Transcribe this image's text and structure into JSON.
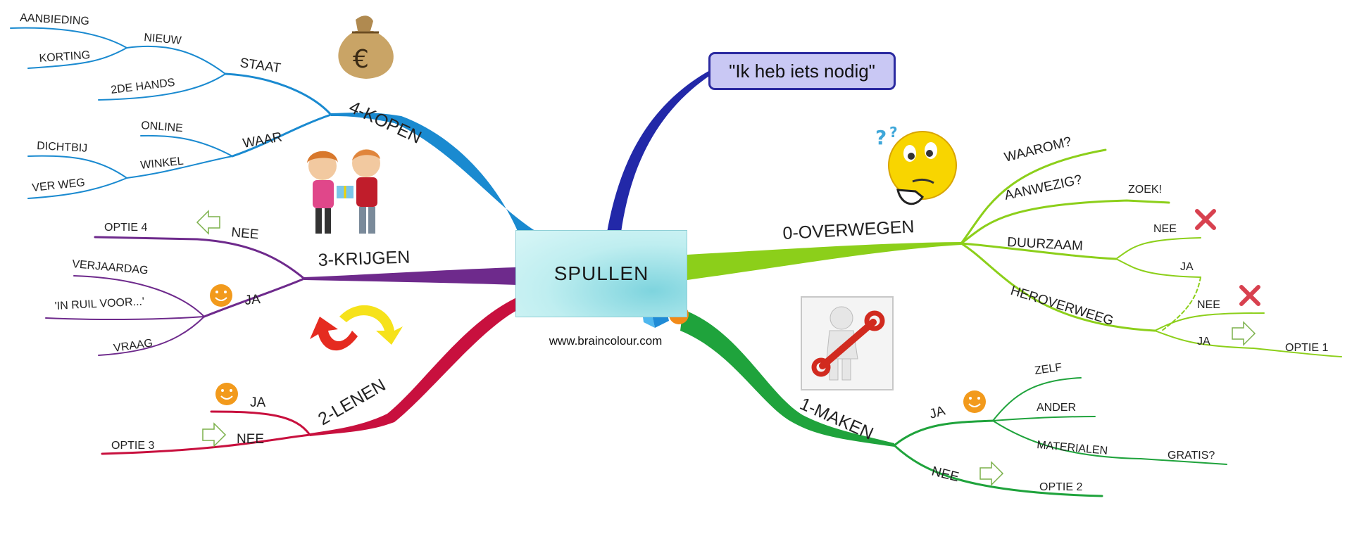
{
  "central": {
    "label": "SPULLEN",
    "url": "www.braincolour.com"
  },
  "callout": {
    "text": "\"Ik heb iets nodig\""
  },
  "branches": {
    "overwegen": {
      "title": "0-OVERWEGEN",
      "waarom": "WAAROM?",
      "aanwezig": "AANWEZIG?",
      "zoek": "ZOEK!",
      "duurzaam": "DUURZAAM",
      "duurzaam_nee": "NEE",
      "duurzaam_ja": "JA",
      "heroverweeg": "HEROVERWEEG",
      "heroverweeg_nee": "NEE",
      "heroverweeg_ja": "JA",
      "optie1": "OPTIE 1"
    },
    "maken": {
      "title": "1-MAKEN",
      "ja": "JA",
      "zelf": "ZELF",
      "ander": "ANDER",
      "materialen": "MATERIALEN",
      "gratis": "GRATIS?",
      "nee": "NEE",
      "optie2": "OPTIE 2"
    },
    "lenen": {
      "title": "2-LENEN",
      "ja": "JA",
      "nee": "NEE",
      "optie3": "OPTIE 3"
    },
    "krijgen": {
      "title": "3-KRIJGEN",
      "nee": "NEE",
      "optie4": "OPTIE 4",
      "ja": "JA",
      "verjaardag": "VERJAARDAG",
      "inruil": "'IN RUIL VOOR...'",
      "vraag": "VRAAG"
    },
    "kopen": {
      "title": "4-KOPEN",
      "staat": "STAAT",
      "nieuw": "NIEUW",
      "aanbieding": "AANBIEDING",
      "korting": "KORTING",
      "tweedehands": "2DE HANDS",
      "waar": "WAAR",
      "online": "ONLINE",
      "winkel": "WINKEL",
      "dichtbij": "DICHTBIJ",
      "verweg": "VER WEG"
    }
  },
  "colors": {
    "overwegen": "#8ccf1a",
    "maken": "#1fa33c",
    "lenen": "#c8103e",
    "krijgen": "#6e2a8c",
    "kopen": "#1a8ad0",
    "callout_branch": "#2228a8",
    "cross": "#d8414f",
    "smiley": "#f29a1c"
  },
  "icons": [
    "money-bag-icon",
    "thinking-face-icon",
    "kids-gift-icon",
    "cycle-arrows-icon",
    "repair-man-icon",
    "cube-sphere-icon",
    "smiley-icon",
    "cross-icon",
    "arrow-right-icon",
    "arrow-left-icon"
  ]
}
